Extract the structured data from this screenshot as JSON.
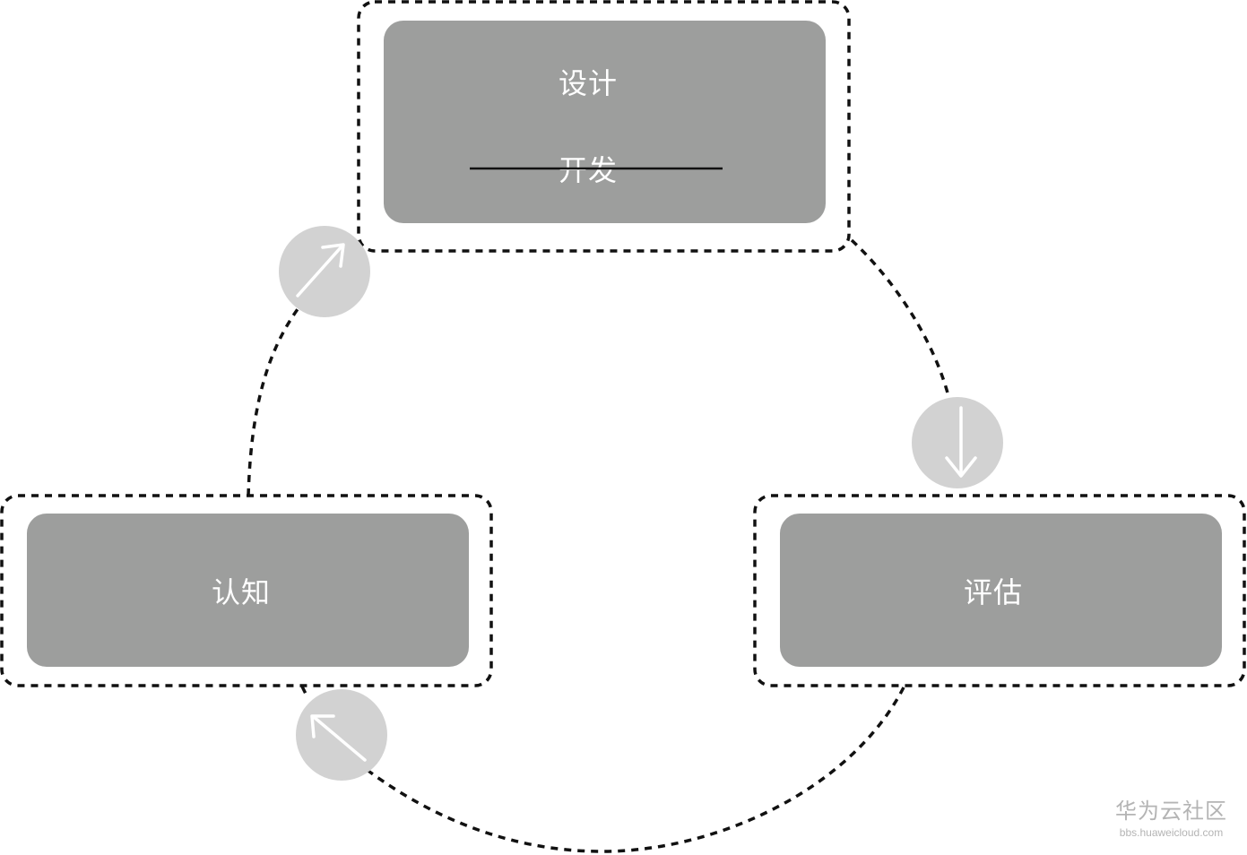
{
  "nodes": {
    "design": {
      "label": "设计"
    },
    "develop": {
      "label": "开发"
    },
    "cognition": {
      "label": "认知"
    },
    "evaluation": {
      "label": "评估"
    }
  },
  "colors": {
    "node_fill": "#9d9e9d",
    "node_text": "#ffffff",
    "dashed_border": "#111111",
    "arrow_circle": "#d2d2d2",
    "arrow_stroke": "#ffffff",
    "strike_line": "#111111"
  },
  "arrows": [
    {
      "name": "cognition-to-design",
      "icon": "arrow-up-right-icon"
    },
    {
      "name": "design-to-evaluation",
      "icon": "arrow-down-icon"
    },
    {
      "name": "evaluation-to-cognition",
      "icon": "arrow-up-left-icon"
    }
  ],
  "watermark": {
    "main": "华为云社区",
    "sub": "bbs.huaweicloud.com"
  }
}
